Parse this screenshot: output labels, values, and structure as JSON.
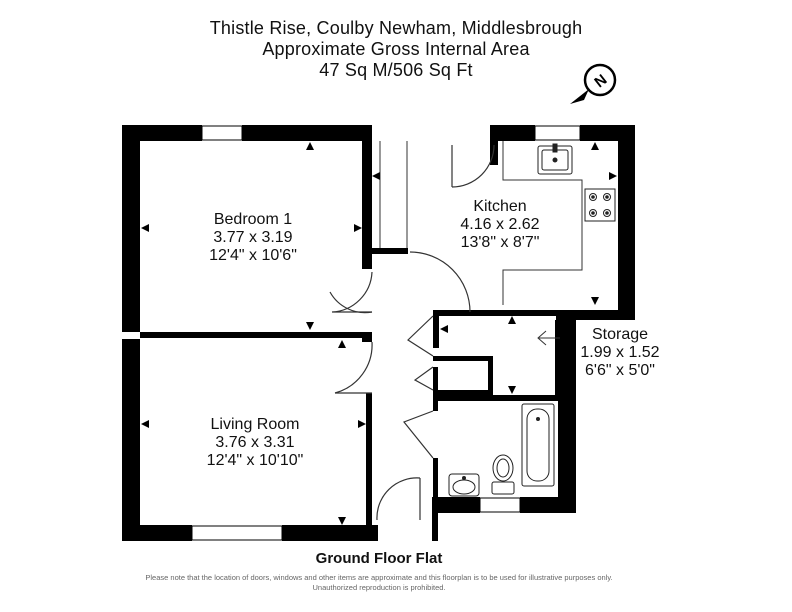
{
  "header": {
    "address": "Thistle Rise, Coulby Newham, Middlesbrough",
    "area_label": "Approximate Gross Internal Area",
    "area_value": "47 Sq M/506 Sq Ft"
  },
  "compass": {
    "letter": "N"
  },
  "rooms": {
    "bedroom1": {
      "name": "Bedroom 1",
      "metric": "3.77 x 3.19",
      "imperial": "12'4\" x 10'6\""
    },
    "kitchen": {
      "name": "Kitchen",
      "metric": "4.16 x 2.62",
      "imperial": "13'8\" x 8'7\""
    },
    "storage": {
      "name": "Storage",
      "metric": "1.99 x 1.52",
      "imperial": "6'6\" x 5'0\""
    },
    "living_room": {
      "name": "Living Room",
      "metric": "3.76 x 3.31",
      "imperial": "12'4\" x 10'10\""
    }
  },
  "floor_title": "Ground Floor Flat",
  "disclaimer": "Please note that the location of doors, windows and other items are approximate and this floorplan is to be used for illustrative purposes only. Unauthorized reproduction is prohibited.",
  "colors": {
    "wall": "#000000",
    "line": "#333333",
    "paper": "#ffffff"
  },
  "icons": [
    "compass-icon",
    "sink-icon",
    "hob-icon",
    "bath-icon",
    "toilet-icon",
    "basin-icon"
  ]
}
